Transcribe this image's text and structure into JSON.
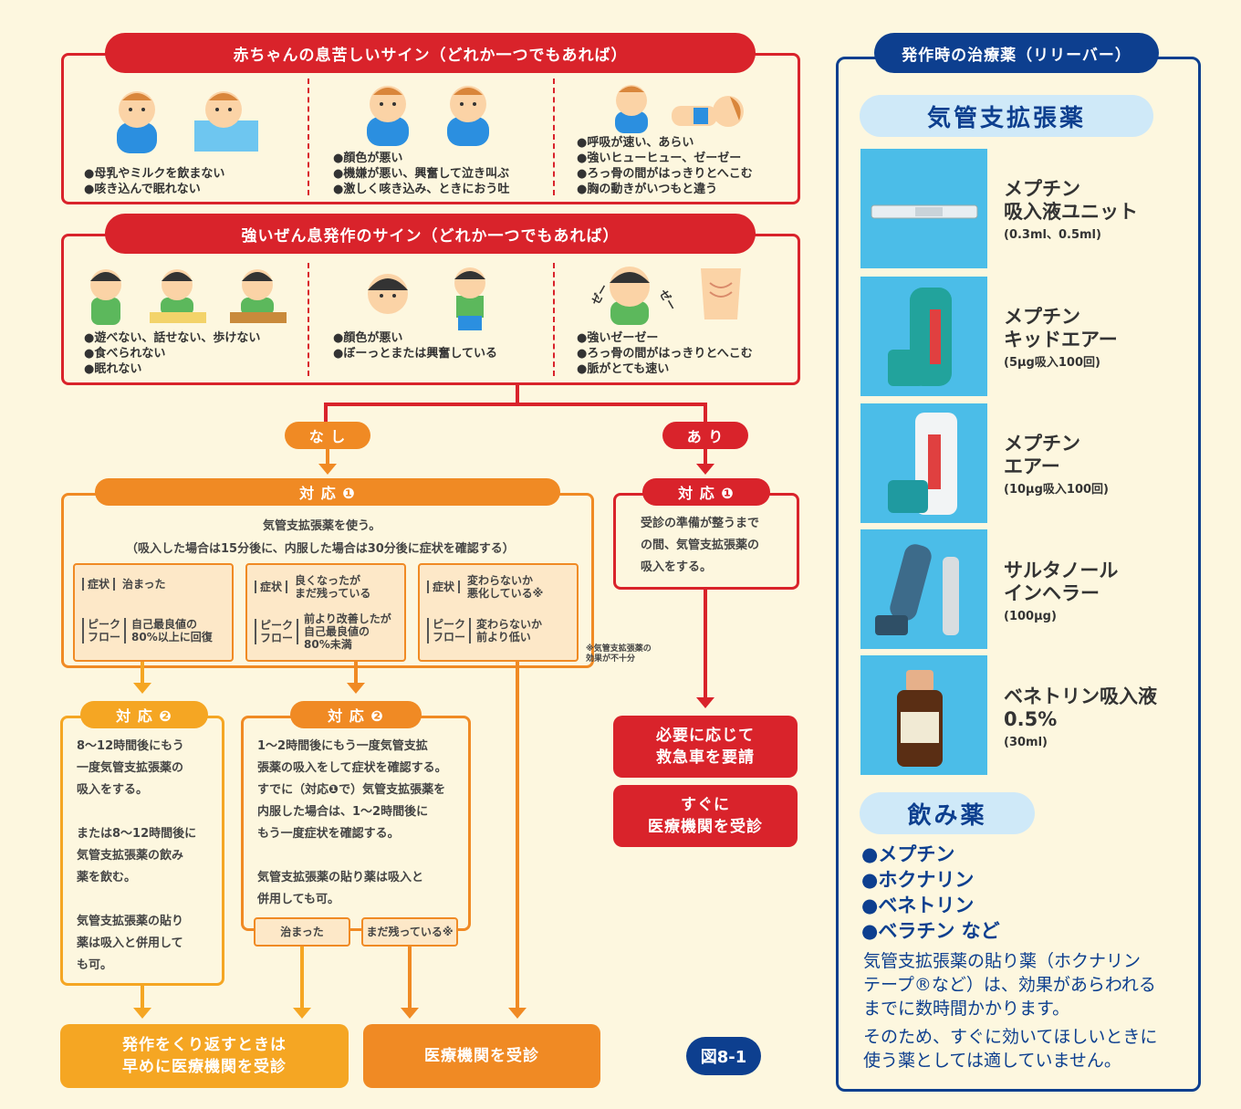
{
  "section1": {
    "title": "赤ちゃんの息苦しいサイン（どれか一つでもあれば）",
    "col1": [
      "●母乳やミルクを飲まない",
      "●咳き込んで眠れない"
    ],
    "col2": [
      "●顔色が悪い",
      "●機嫌が悪い、興奮して泣き叫ぶ",
      "●激しく咳き込み、ときにおう吐"
    ],
    "col3": [
      "●呼吸が速い、あらい",
      "●強いヒューヒュー、ゼーゼー",
      "●ろっ骨の間がはっきりとへこむ",
      "●胸の動きがいつもと違う"
    ]
  },
  "section2": {
    "title": "強いぜん息発作のサイン（どれか一つでもあれば）",
    "col1": [
      "●遊べない、話せない、歩けない",
      "●食べられない",
      "●眠れない"
    ],
    "col2": [
      "●顔色が悪い",
      "●ぼーっとまたは興奮している"
    ],
    "col3": [
      "●強いゼーゼー",
      "●ろっ骨の間がはっきりとへこむ",
      "●脈がとても速い"
    ],
    "zee_left": "ゼー",
    "zee_right": "ゼー"
  },
  "branch": {
    "no": "な し",
    "yes": "あ り"
  },
  "left_response1": {
    "title": "対 応 ❶",
    "line1": "気管支拡張薬を使う。",
    "line2": "（吸入した場合は15分後に、内服した場合は30分後に症状を確認する）",
    "boxes": [
      {
        "symptom_label": "症状",
        "symptom": "治まった",
        "peak_label1": "ピーク",
        "peak_label2": "フロー",
        "peak": [
          "自己最良値の",
          "80%以上に回復"
        ]
      },
      {
        "symptom_label": "症状",
        "symptom": [
          "良くなったが",
          "まだ残っている"
        ],
        "peak_label1": "ピーク",
        "peak_label2": "フロー",
        "peak": [
          "前より改善したが",
          "自己最良値の",
          "80%未満"
        ]
      },
      {
        "symptom_label": "症状",
        "symptom": [
          "変わらないか",
          "悪化している※"
        ],
        "peak_label1": "ピーク",
        "peak_label2": "フロー",
        "peak": [
          "変わらないか",
          "前より低い"
        ]
      }
    ],
    "note": [
      "※気管支拡張薬の",
      "効果が不十分"
    ]
  },
  "right_response1": {
    "title": "対 応 ❶",
    "lines": [
      "受診の準備が整うまで",
      "の間、気管支拡張薬の",
      "吸入をする。"
    ]
  },
  "response2a": {
    "title": "対 応 ❷",
    "lines": [
      "8～12時間後にもう",
      "一度気管支拡張薬の",
      "吸入をする。",
      "",
      "または8～12時間後に",
      "気管支拡張薬の飲み",
      "薬を飲む。",
      "",
      "気管支拡張薬の貼り",
      "薬は吸入と併用して",
      "も可。"
    ]
  },
  "response2b": {
    "title": "対 応 ❷",
    "lines": [
      "1～2時間後にもう一度気管支拡",
      "張薬の吸入をして症状を確認する。",
      "すでに（対応❶で）気管支拡張薬を",
      "内服した場合は、1～2時間後に",
      "もう一度症状を確認する。",
      "",
      "気管支拡張薬の貼り薬は吸入と",
      "併用しても可。"
    ],
    "sub_ok": "治まった",
    "sub_remain": "まだ残っている※"
  },
  "emergency": {
    "line1": "必要に応じて",
    "line2": "救急車を要請"
  },
  "visit_now": {
    "line1": "すぐに",
    "line2": "医療機関を受診"
  },
  "repeat_box": {
    "line1": "発作をくり返すときは",
    "line2": "早めに医療機関を受診"
  },
  "visit_box": "医療機関を受診",
  "figure_label": "図8-1",
  "reliever": {
    "title": "発作時の治療薬（リリーバー）",
    "bronchodilator_heading": "気管支拡張薬",
    "drugs": [
      {
        "name": [
          "メプチン",
          "吸入液ユニット"
        ],
        "sub": "(0.3ml、0.5ml)",
        "product_icon": "inhalation-vial-icon"
      },
      {
        "name": [
          "メプチン",
          "キッドエアー"
        ],
        "sub": "(5μg吸入100回)",
        "product_icon": "green-inhaler-icon"
      },
      {
        "name": [
          "メプチン",
          "エアー"
        ],
        "sub": "(10μg吸入100回)",
        "product_icon": "white-inhaler-icon"
      },
      {
        "name": [
          "サルタノール",
          "インヘラー"
        ],
        "sub": "(100μg)",
        "product_icon": "blue-inhaler-icon"
      },
      {
        "name": [
          "ベネトリン吸入液",
          "0.5%"
        ],
        "sub": "(30ml)",
        "product_icon": "brown-bottle-icon"
      }
    ],
    "oral_heading": "飲み薬",
    "oral_list": [
      "●メプチン",
      "●ホクナリン",
      "●ベネトリン",
      "●ベラチン など"
    ],
    "note1": [
      "気管支拡張薬の貼り薬（ホクナリン",
      "テープ®など）は、効果があらわれる",
      "までに数時間かかります。"
    ],
    "note2": [
      "そのため、すぐに効いてほしいときに",
      "使う薬としては適していません。"
    ]
  },
  "colors": {
    "red": "#d9232b",
    "orange": "#f08a24",
    "yellow_orange": "#f5a623",
    "navy": "#0d3f8f",
    "cream": "#fdf7df",
    "light_blue": "#cfe9f8",
    "photo_blue": "#4bbde8"
  }
}
